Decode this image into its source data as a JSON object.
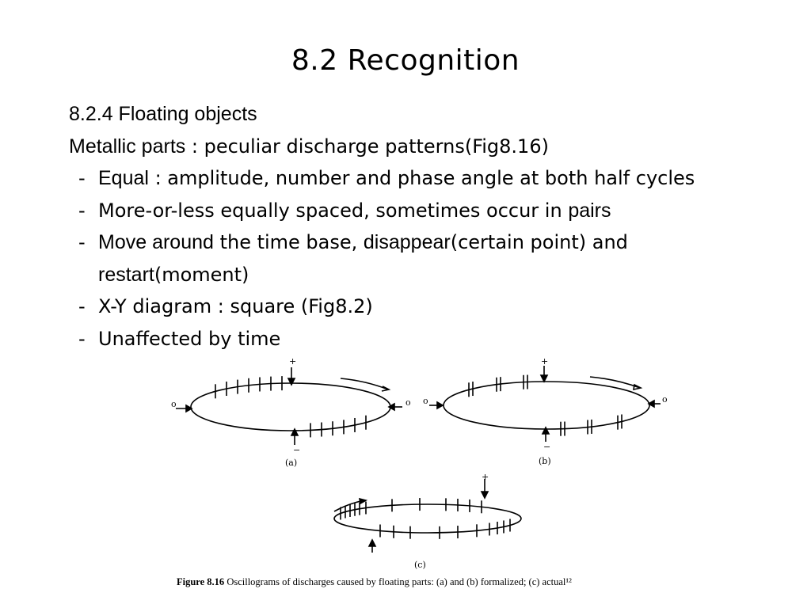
{
  "slide": {
    "title": "8.2 Recognition",
    "subhead": "8.2.4 Floating objects",
    "intro": {
      "key": "Metallic parts",
      "text": " : peculiar discharge patterns(Fig8.16)"
    },
    "bullets": [
      {
        "dash": "-",
        "key": "Equal",
        "text": " : amplitude, number and phase angle at both half cycles"
      },
      {
        "dash": "-",
        "text": "More-or-less equally spaced, sometimes occur in ",
        "key_end": "pairs"
      },
      {
        "dash": "-",
        "key": "Move around",
        "text": " the time base, ",
        "key2": "disappear",
        "text2": "(certain point) and"
      },
      {
        "cont_key": "restart",
        "cont_text": "(moment)"
      },
      {
        "dash": "-",
        "text": "X-Y diagram : square (Fig8.2)"
      },
      {
        "dash": "-",
        "text": "Unaffected by time"
      }
    ]
  },
  "figure": {
    "panels": [
      {
        "label": "(a)",
        "plus": "+",
        "minus": "−",
        "left_zero": "o",
        "right_zero": "o"
      },
      {
        "label": "(b)",
        "plus": "+",
        "minus": "−",
        "left_zero": "o",
        "right_zero": "o"
      },
      {
        "label": "(c)",
        "plus": "+",
        "minus": ""
      }
    ],
    "caption": {
      "label": "Figure 8.16",
      "text": " Oscillograms of discharges caused by floating parts: (a) and (b) formalized; (c) actual¹²"
    }
  },
  "colors": {
    "text": "#000000",
    "background": "#ffffff"
  }
}
